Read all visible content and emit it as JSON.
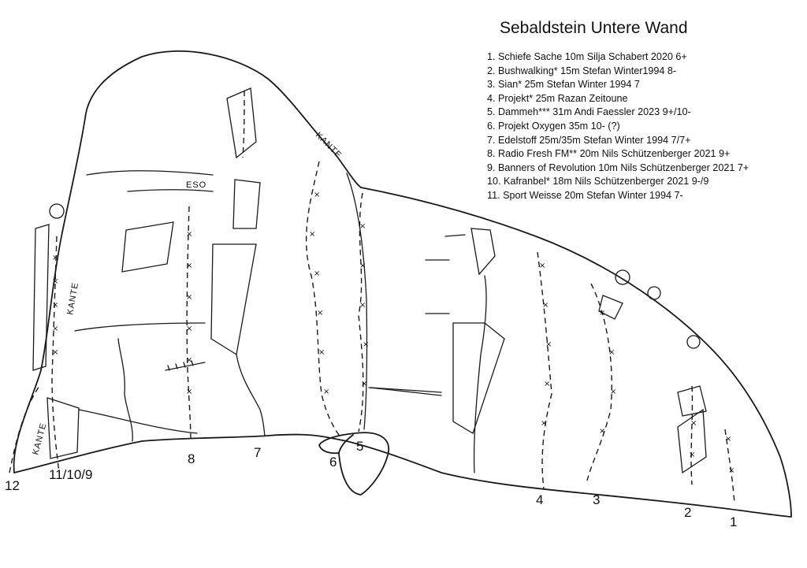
{
  "topo": {
    "title": "Sebaldstein Untere Wand",
    "routes": [
      "1. Schiefe Sache   10m   Silja Schabert 2020  6+",
      "2. Bushwalking*  15m   Stefan Winter1994  8-",
      "3. Sian*  25m  Stefan Winter 1994  7",
      "4. Projekt*  25m Razan Zeitoune",
      "5. Dammeh*** 31m Andi Faessler 2023 9+/10-",
      "6. Projekt Oxygen 35m 10- (?)",
      "7. Edelstoff  25m/35m   Stefan Winter 1994  7/7+",
      "8. Radio Fresh FM**   20m   Nils Schützenberger 2021   9+",
      "9. Banners of Revolution  10m   Nils Schützenberger 2021   7+",
      "10. Kafranbel*  18m   Nils Schützenberger 2021   9-/9",
      "11. Sport Weisse   20m   Stefan Winter 1994   7-"
    ],
    "start_labels": [
      "12",
      "11/10/9",
      "8",
      "7",
      "6",
      "5",
      "4",
      "3",
      "2",
      "1"
    ],
    "feature_labels": {
      "kante_top": "KANTE",
      "kante_left": "KANTE",
      "kante_bottom": "KANTE",
      "graffiti": "ESO"
    },
    "colors": {
      "ink": "#1a1a1a",
      "background": "#ffffff"
    }
  }
}
